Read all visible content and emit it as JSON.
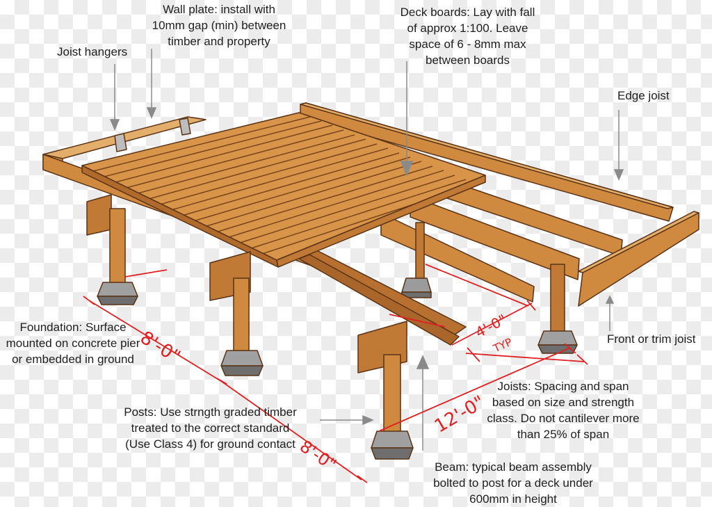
{
  "labels": {
    "joist_hangers": "Joist hangers",
    "wall_plate": [
      "Wall plate: install with",
      "10mm gap (min) between",
      "timber and property"
    ],
    "deck_boards": [
      "Deck boards: Lay with fall",
      "of approx 1:100. Leave",
      "space of 6 - 8mm max",
      "between boards"
    ],
    "edge_joist": "Edge joist",
    "front_trim_joist": "Front or trim joist",
    "foundation": [
      "Foundation: Surface",
      "mounted on concrete pier",
      "or embedded in ground"
    ],
    "posts": [
      "Posts: Use strngth graded timber",
      "treated to the correct standard",
      "(Use Class 4) for ground contact"
    ],
    "joists": [
      "Joists: Spacing and span",
      "based on size and strength",
      "class. Do not cantilever more",
      "than 25% of span"
    ],
    "beam": [
      "Beam: typical beam assembly",
      "bolted to post for a deck under",
      "600mm in height"
    ]
  },
  "handwritten": {
    "dim_8_left": "8'-0\"",
    "dim_8_front": "8'-0\"",
    "dim_12": "12'-0\"",
    "dim_4": "4'-0\"",
    "typ": "TYP"
  },
  "colors": {
    "wood": "#cf8a3f",
    "wood_dark": "#a9652a",
    "wood_light": "#e3ad6a",
    "outline": "#5a3215",
    "concrete": "#9b9b9b",
    "concrete_dark": "#666666",
    "marker": "#e02020",
    "text": "#1e1e1e"
  }
}
